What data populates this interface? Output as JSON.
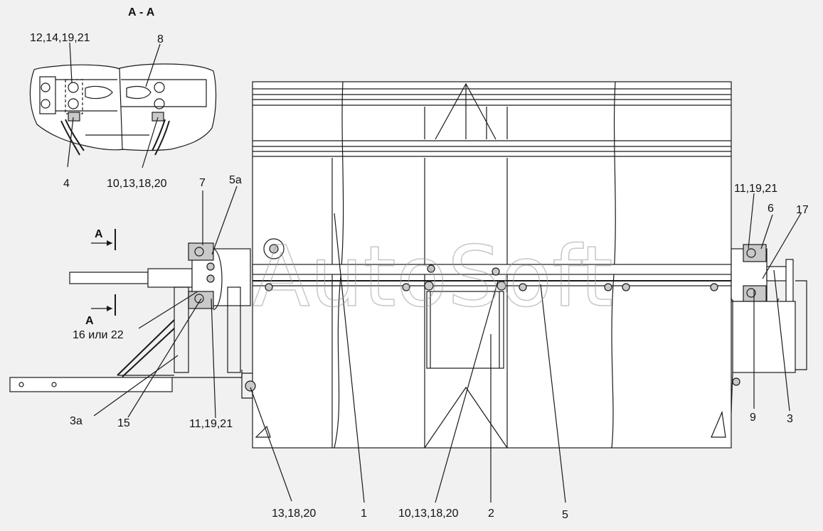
{
  "section_title": "А - А",
  "section_mark": "А",
  "watermark": "AutoSoft",
  "callouts": {
    "c_12_14_19_21": "12,14,19,21",
    "c_8": "8",
    "c_4": "4",
    "c_10_13_18_20_top": "10,13,18,20",
    "c_7": "7",
    "c_5a": "5а",
    "c_16_22": "16 или 22",
    "c_3a": "3а",
    "c_15": "15",
    "c_11_19_21_left": "11,19,21",
    "c_13_18_20": "13,18,20",
    "c_1": "1",
    "c_10_13_18_20_bottom": "10,13,18,20",
    "c_2": "2",
    "c_5": "5",
    "c_9": "9",
    "c_3": "3",
    "c_11_19_21_right": "11,19,21",
    "c_6": "6",
    "c_17": "17"
  },
  "colors": {
    "background": "#f1f1f1",
    "line": "#1a1a1a",
    "panel": "#ffffff",
    "watermark": "#9a9a9a"
  }
}
